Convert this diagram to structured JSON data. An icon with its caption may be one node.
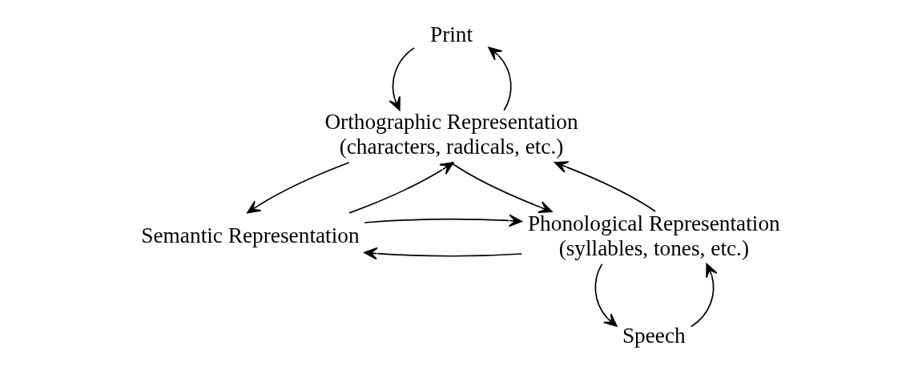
{
  "diagram": {
    "nodes": [
      {
        "text": [
          "Print"
        ]
      },
      {
        "text": [
          "Orthographic Representation",
          "(characters, radicals, etc.)"
        ]
      },
      {
        "text": [
          "Semantic Representation"
        ]
      },
      {
        "text": [
          "Phonological Representation",
          "(syllables, tones, etc.)"
        ]
      },
      {
        "text": [
          "Speech"
        ]
      }
    ],
    "edges": [
      {
        "from": 0,
        "to": 1,
        "arrow": "to"
      },
      {
        "from": 1,
        "to": 0,
        "arrow": "to"
      },
      {
        "from": 1,
        "to": 2,
        "arrow": "to"
      },
      {
        "from": 2,
        "to": 1,
        "arrow": "to"
      },
      {
        "from": 1,
        "to": 3,
        "arrow": "to"
      },
      {
        "from": 3,
        "to": 1,
        "arrow": "to"
      },
      {
        "from": 3,
        "to": 2,
        "arrow": "to"
      },
      {
        "from": 2,
        "to": 3,
        "arrow": "to"
      },
      {
        "from": 3,
        "to": 4,
        "arrow": "to"
      },
      {
        "from": 4,
        "to": 3,
        "arrow": "to"
      }
    ]
  }
}
